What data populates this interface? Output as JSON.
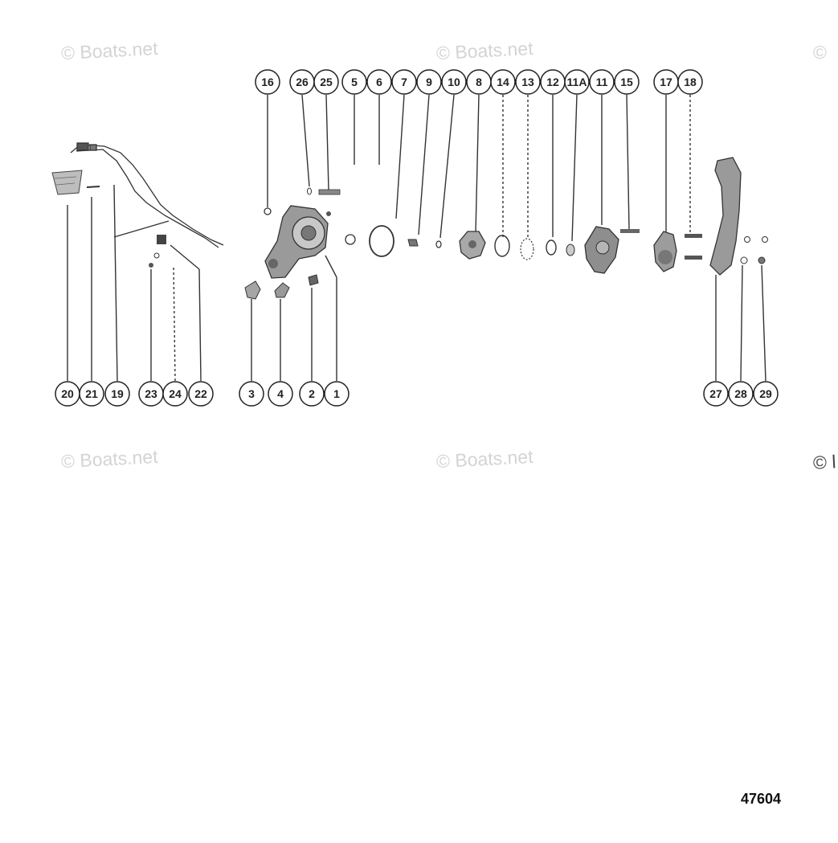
{
  "watermark": {
    "text_1": "© Boats.net",
    "text_2": "© Boats.net",
    "text_3": "© Boats.net",
    "text_4": "© Boats.net",
    "text_5": "©",
    "text_6": "© l"
  },
  "callouts_top": [
    "16",
    "26",
    "25",
    "5",
    "6",
    "7",
    "9",
    "10",
    "8",
    "14",
    "13",
    "12",
    "11A",
    "11",
    "15",
    "17",
    "18"
  ],
  "callouts_bottom_left": [
    "20",
    "21",
    "19",
    "23",
    "24",
    "22"
  ],
  "callouts_bottom_middle": [
    "3",
    "4",
    "2",
    "1"
  ],
  "callouts_bottom_right": [
    "27",
    "28",
    "29"
  ],
  "drawing_number": "47604"
}
